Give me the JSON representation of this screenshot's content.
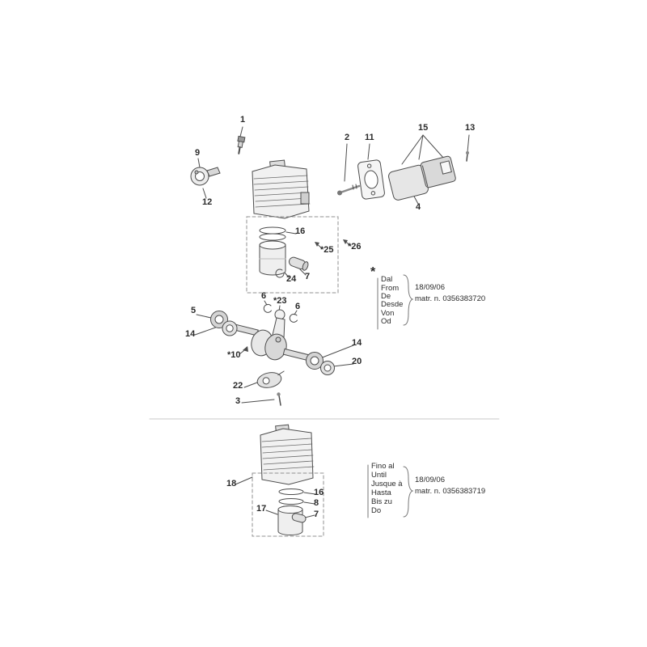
{
  "page": {
    "background": "#ffffff",
    "line_color": "#4d4d4d"
  },
  "callouts": {
    "c1": "1",
    "c2": "2",
    "c3": "3",
    "c4": "4",
    "c5": "5",
    "c6a": "6",
    "c6b": "6",
    "c7u": "7",
    "c7l": "7",
    "c8": "8",
    "c9": "9",
    "c10": "*10",
    "c11": "11",
    "c12": "12",
    "c13": "13",
    "c14a": "14",
    "c14b": "14",
    "c15": "15",
    "c16u": "16",
    "c16l": "16",
    "c17": "17",
    "c18": "18",
    "c20": "20",
    "c22": "22",
    "c23": "*23",
    "c24": "24",
    "c25": "*25",
    "c26": "*26"
  },
  "validity_from_note": {
    "star": "*",
    "words": [
      "Dal",
      "From",
      "De",
      "Desde",
      "Von",
      "Od"
    ],
    "date": "18/09/06",
    "serial": "matr. n. 0356383720"
  },
  "validity_until_note": {
    "words": [
      "Fino al",
      "Until",
      "Jusque à",
      "Hasta",
      "Bis zu",
      "Do"
    ],
    "date": "18/09/06",
    "serial": "matr. n. 0356383719"
  }
}
